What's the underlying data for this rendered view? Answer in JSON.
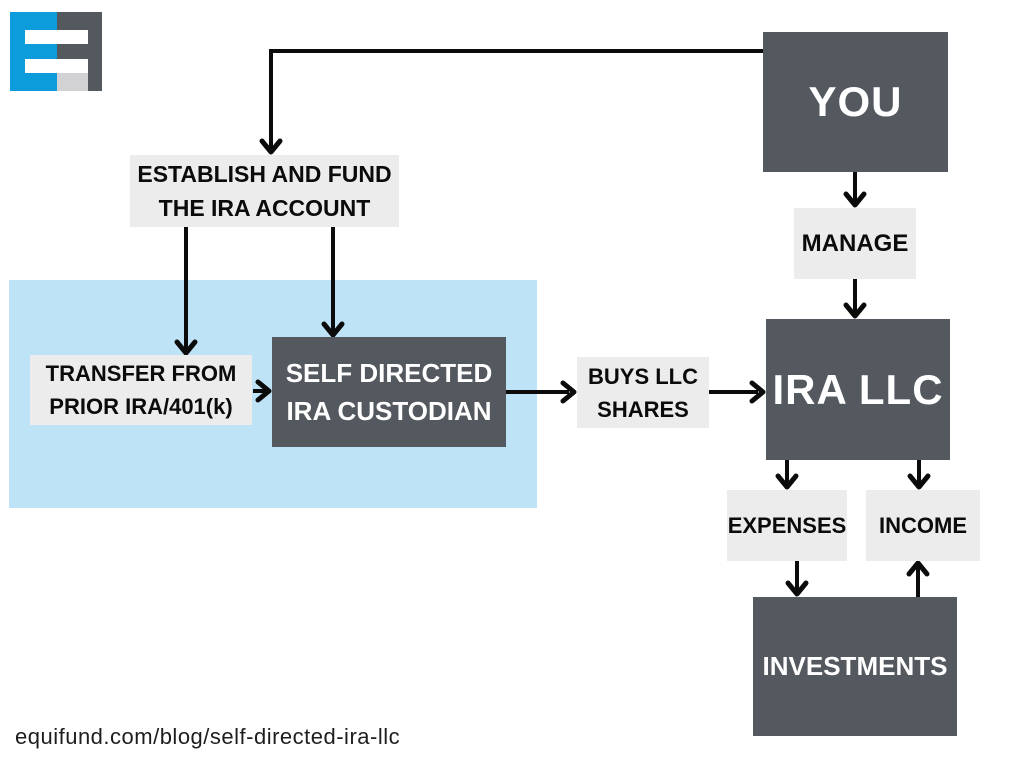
{
  "page": {
    "url_caption": "equifund.com/blog/self-directed-ira-llc"
  },
  "icons": {
    "logo": "equifund-logo"
  },
  "colors": {
    "dark_box": "#54595f",
    "light_box": "#ececec",
    "highlight_background": "#bfe3f6",
    "arrow": "#0b0b0b",
    "text_on_dark": "#ffffff",
    "text_on_light": "#0b0b0b",
    "logo_blue": "#0d9cdb",
    "logo_gray": "#54595f",
    "logo_light_gray": "#d2d2d5"
  },
  "nodes": {
    "you": {
      "label": "YOU"
    },
    "establish": {
      "line1": "ESTABLISH AND FUND",
      "line2": "THE IRA ACCOUNT"
    },
    "manage": {
      "label": "MANAGE"
    },
    "transfer": {
      "line1": "TRANSFER FROM",
      "line2": "PRIOR IRA/401(k)"
    },
    "custodian": {
      "line1": "SELF DIRECTED",
      "line2": "IRA CUSTODIAN"
    },
    "buys_llc_shares": {
      "line1": "BUYS LLC",
      "line2": "SHARES"
    },
    "ira_llc": {
      "label": "IRA LLC"
    },
    "expenses": {
      "label": "EXPENSES"
    },
    "income": {
      "label": "INCOME"
    },
    "investments": {
      "label": "INVESTMENTS"
    }
  },
  "edges": [
    {
      "from": "you",
      "to": "establish"
    },
    {
      "from": "establish",
      "to": "transfer"
    },
    {
      "from": "establish",
      "to": "custodian"
    },
    {
      "from": "transfer",
      "to": "custodian"
    },
    {
      "from": "custodian",
      "to": "buys_llc_shares"
    },
    {
      "from": "buys_llc_shares",
      "to": "ira_llc"
    },
    {
      "from": "you",
      "to": "manage"
    },
    {
      "from": "manage",
      "to": "ira_llc"
    },
    {
      "from": "ira_llc",
      "to": "expenses"
    },
    {
      "from": "ira_llc",
      "to": "income"
    },
    {
      "from": "expenses",
      "to": "investments"
    },
    {
      "from": "investments",
      "to": "income"
    }
  ]
}
